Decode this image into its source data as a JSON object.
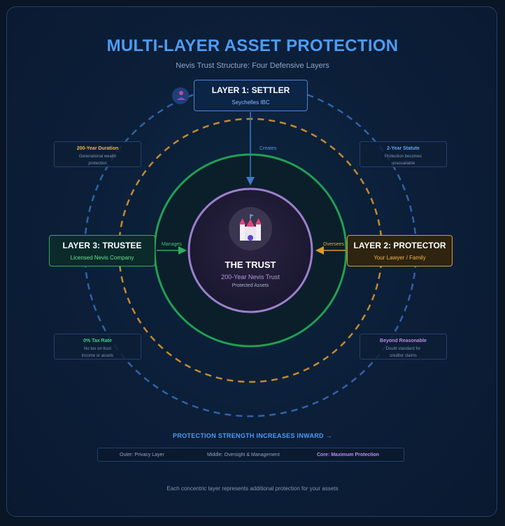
{
  "header": {
    "title": "MULTI-LAYER ASSET PROTECTION",
    "subtitle": "Nevis Trust Structure: Four Defensive Layers"
  },
  "layers": {
    "settler": {
      "title": "LAYER 1: SETTLER",
      "sub": "Seychelles IBC",
      "icon": "person-icon"
    },
    "trustee": {
      "title": "LAYER 3: TRUSTEE",
      "sub": "Licensed Nevis Company",
      "icon": "bank-icon"
    },
    "protector": {
      "title": "LAYER 2: PROTECTOR",
      "sub": "Your Lawyer / Family",
      "icon": "scales-icon"
    }
  },
  "arrows": {
    "creates": "Creates",
    "manages": "Manages",
    "oversees": "Oversees"
  },
  "trust": {
    "title": "THE TRUST",
    "sub": "200-Year Nevis Trust",
    "sub2": "Protected Assets",
    "icon": "castle-icon"
  },
  "info": {
    "top_left": {
      "title": "200-Year Duration",
      "line1": "Generational wealth",
      "line2": "protection"
    },
    "top_right": {
      "title": "2-Year Statute",
      "line1": "Protection becomes",
      "line2": "unassailable"
    },
    "bottom_left": {
      "title": "0% Tax Rate",
      "line1": "No tax on trust",
      "line2": "income or assets"
    },
    "bottom_right": {
      "title": "Beyond Reasonable",
      "line1": "Doubt standard for",
      "line2": "creditor claims"
    }
  },
  "strength_label": "PROTECTION STRENGTH INCREASES INWARD →",
  "legend": {
    "outer": "Outer: Privacy Layer",
    "middle": "Middle: Oversight & Management",
    "core": "Core: Maximum Protection"
  },
  "footer": "Each concentric layer represents additional protection for your assets",
  "colors": {
    "accent": "#4d9cf5",
    "settler": "#4a86d6",
    "protector": "#d89c32",
    "trustee": "#2fae5e",
    "trust": "#9d7fcc"
  }
}
